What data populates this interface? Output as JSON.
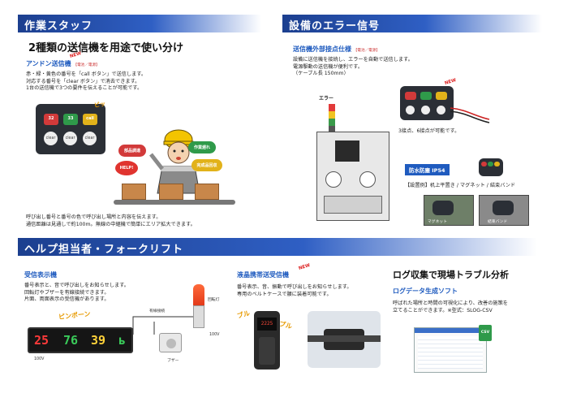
{
  "sections": {
    "staff": "作業スタッフ",
    "error": "設備のエラー信号",
    "help": "ヘルプ担当者・フォークリフト"
  },
  "staff": {
    "heading": "2種類の送信機を用途で使い分け",
    "andon_title": "アンドン送信機",
    "andon_tag": "【電池／電源】",
    "new": "NEW",
    "desc": [
      "赤・緑・黄色の番号を「call ボタン」で送信します。",
      "対応する番号を「clear ボタン」で消去できます。",
      "1台の送信機で3つの要件を伝えることが可能です。"
    ],
    "device_buttons": [
      "32",
      "33",
      "call"
    ],
    "clear": "clear",
    "piko": "ピッ",
    "help_bubble": "HELP!",
    "bubbles": [
      "部品調達",
      "作業遅れ",
      "完成品回収"
    ],
    "footer": [
      "呼び出し番号と番号の色で呼び出し場所と内容を伝えます。",
      "通信距離は見通しで約100m。無線の中継機で簡単にエリア拡大できます。"
    ]
  },
  "error": {
    "title": "送信機外部接点仕様",
    "tag": "【電池／電源】",
    "desc": [
      "設備に送信機を接続し、エラーを自動で送信します。",
      "電源駆動の送信機が便利です。",
      "（ケーブル長 150mm）"
    ],
    "error_label": "エラー",
    "contacts_note": "3接点、6接点が可能です。",
    "waterproof": "防水防塵 IP54",
    "install_note": "【設置例】机上平置き / マグネット / 結束バンド",
    "magnet": "マグネット",
    "band": "結束バンド"
  },
  "help": {
    "receiver_title": "受信表示機",
    "receiver_desc": [
      "番号表示と、音で呼び出しをお知らせします。",
      "回転灯やブザーを有線接続できます。",
      "片面、両面表示の受信機があります。"
    ],
    "ping": "ピンポーン",
    "led_digits": [
      "25",
      "76",
      "39",
      "ь"
    ],
    "v100": "100V",
    "wired": "有線接続",
    "rotating": "回転灯",
    "buzzer": "ブザー",
    "lcd_title": "液晶携帯送受信機",
    "lcd_desc": [
      "番号表示、音、振動で呼び出しをお知らせします。",
      "専用のベルトケースで腰に装着可能です。"
    ],
    "buru1": "ブル",
    "buru2": "ブル",
    "lcd_screen": "2225",
    "log_heading": "ログ収集で現場トラブル分析",
    "log_title": "ログデータ生成ソフト",
    "log_desc": [
      "呼ばれた場所と時間の可視化により、改善の施策を",
      "立てることができます。※型式：SLOG-CSV"
    ],
    "csv": "CSV"
  },
  "colors": {
    "band": "#1c3f8f",
    "accent_blue": "#1f5bbf",
    "btn_red": "#d23a3a",
    "btn_green": "#2f9a4a",
    "btn_yellow": "#e2b21a"
  }
}
